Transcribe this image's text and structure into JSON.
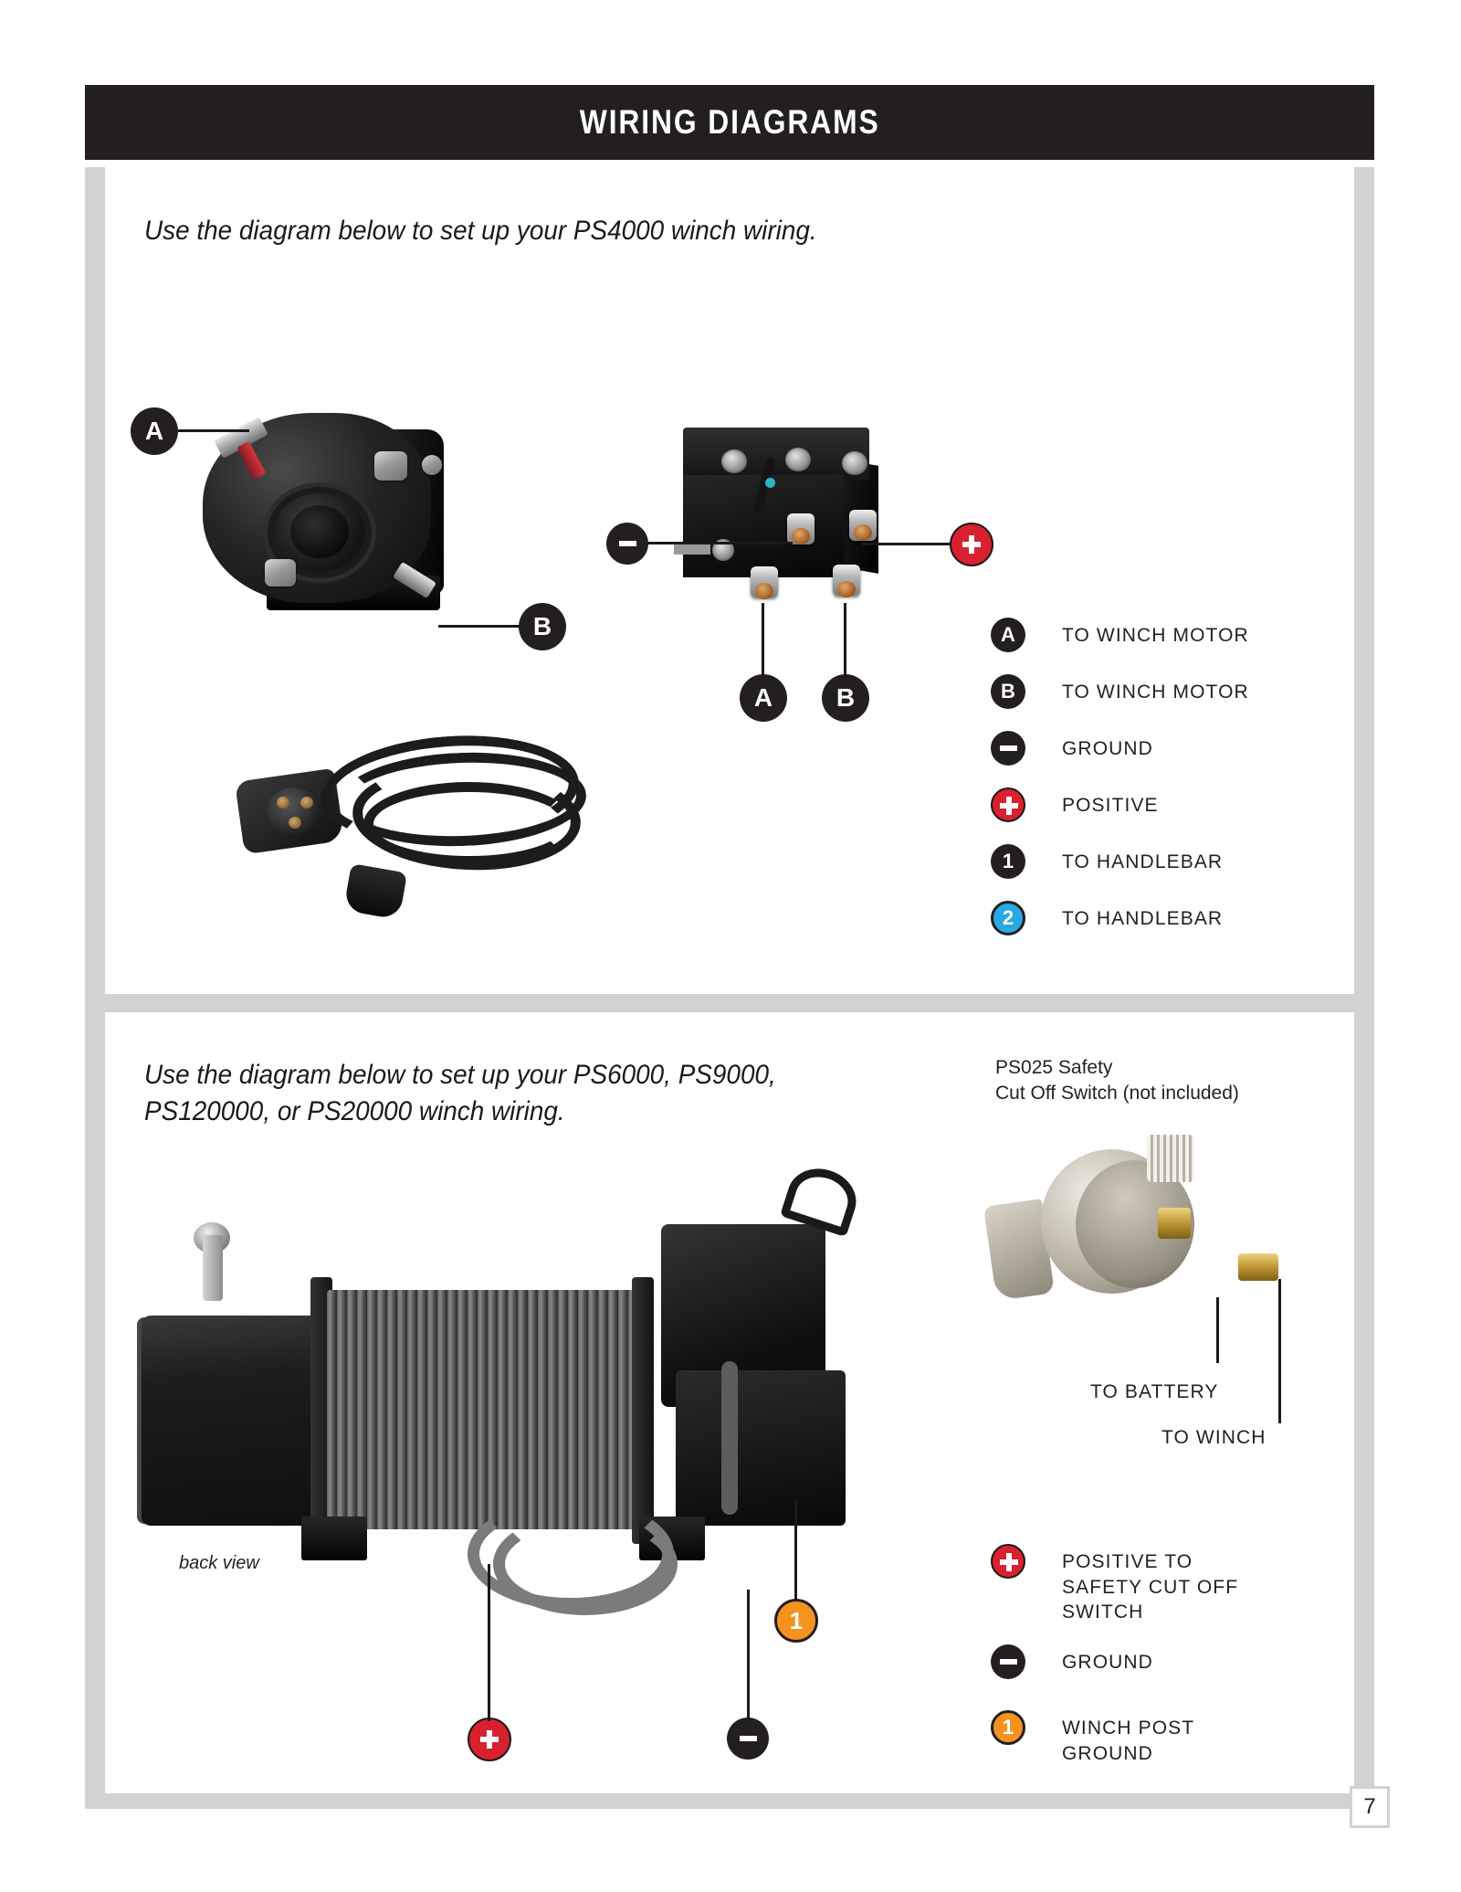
{
  "header": {
    "title": "WIRING DIAGRAMS"
  },
  "section1": {
    "intro": "Use the diagram below to set up your PS4000 winch wiring.",
    "callouts": [
      {
        "id": "motor-a",
        "glyph": "A",
        "style": "black"
      },
      {
        "id": "motor-b",
        "glyph": "B",
        "style": "black"
      },
      {
        "id": "solenoid-minus",
        "glyph": "−",
        "style": "black"
      },
      {
        "id": "solenoid-plus",
        "glyph": "+",
        "style": "red"
      },
      {
        "id": "solenoid-a",
        "glyph": "A",
        "style": "black"
      },
      {
        "id": "solenoid-b",
        "glyph": "B",
        "style": "black"
      }
    ],
    "legend": [
      {
        "glyph": "A",
        "style": "black",
        "label": "TO WINCH MOTOR"
      },
      {
        "glyph": "B",
        "style": "black",
        "label": "TO WINCH MOTOR"
      },
      {
        "glyph": "-",
        "style": "black",
        "label": "GROUND"
      },
      {
        "glyph": "+",
        "style": "red",
        "label": "POSITIVE"
      },
      {
        "glyph": "1",
        "style": "black",
        "label": "TO HANDLEBAR"
      },
      {
        "glyph": "2",
        "style": "blue",
        "label": "TO HANDLEBAR"
      }
    ]
  },
  "section2": {
    "intro": "Use the diagram below to set up your PS6000, PS9000,\nPS120000, or PS20000 winch wiring.",
    "switch_note": "PS025 Safety\nCut Off Switch (not included)",
    "switch_labels": {
      "battery": "TO BATTERY",
      "winch": "TO WINCH"
    },
    "winch_caption": "back view",
    "callouts": [
      {
        "id": "winch-plus",
        "glyph": "+",
        "style": "red"
      },
      {
        "id": "winch-minus",
        "glyph": "−",
        "style": "black"
      },
      {
        "id": "winch-one",
        "glyph": "1",
        "style": "orange"
      }
    ],
    "legend": [
      {
        "glyph": "+",
        "style": "red",
        "label": "POSITIVE TO\nSAFETY CUT OFF\nSWITCH"
      },
      {
        "glyph": "-",
        "style": "black",
        "label": "GROUND"
      },
      {
        "glyph": "1",
        "style": "orange",
        "label": "WINCH POST\nGROUND"
      }
    ]
  },
  "footer": {
    "page_number": "7"
  },
  "colors": {
    "header_bg": "#231f20",
    "panel_edge": "#d2d2d2",
    "red": "#d8202f",
    "blue": "#29a9e1",
    "orange": "#f6921e",
    "black": "#231f20"
  }
}
